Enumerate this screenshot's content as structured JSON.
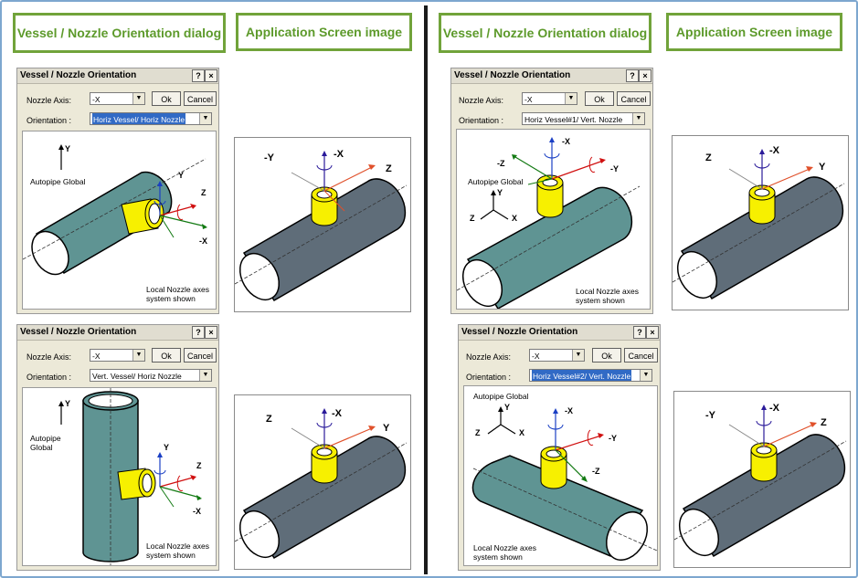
{
  "headers": {
    "dialog": "Vessel / Nozzle Orientation dialog",
    "app": "Application Screen image"
  },
  "dialog_common": {
    "title": "Vessel / Nozzle Orientation",
    "help": "?",
    "close": "×",
    "nozzle_axis_label": "Nozzle Axis:",
    "nozzle_axis_value": "-X",
    "orientation_label": "Orientation :",
    "ok": "Ok",
    "cancel": "Cancel",
    "dropdown_arrow": "▼",
    "caption_line1": "Local Nozzle axes",
    "caption_line2": "system shown"
  },
  "panels": [
    {
      "orientation": "Horiz Vessel/ Horiz Nozzle",
      "global": "Autopipe Global",
      "axes": {
        "y": "Y",
        "gy": "Y",
        "z": "Z",
        "mx": "-X"
      },
      "app_axes": {
        "a": "-Y",
        "b": "-X",
        "c": "Z"
      }
    },
    {
      "orientation": "Vert. Vessel/ Horiz Nozzle",
      "global": "Autopipe Global",
      "axes": {
        "y": "Y",
        "gy": "Y",
        "z": "Z",
        "mx": "-X"
      },
      "app_axes": {
        "a": "Z",
        "b": "-X",
        "c": "Y"
      }
    },
    {
      "orientation": "Horiz Vessel#1/ Vert. Nozzle",
      "global": "Autopipe Global",
      "axes": {
        "mx": "-X",
        "mz": "-Z",
        "my": "-Y",
        "gy": "Y",
        "gz": "Z",
        "gx": "X"
      },
      "app_axes": {
        "a": "Z",
        "b": "-X",
        "c": "Y"
      }
    },
    {
      "orientation": "Horiz Vessel#2/ Vert. Nozzle",
      "global": "Autopipe Global",
      "axes": {
        "mx": "-X",
        "my": "-Y",
        "mz": "-Z",
        "gy": "Y",
        "gz": "Z",
        "gx": "X"
      },
      "app_axes": {
        "a": "-Y",
        "b": "-X",
        "c": "Z"
      }
    }
  ]
}
